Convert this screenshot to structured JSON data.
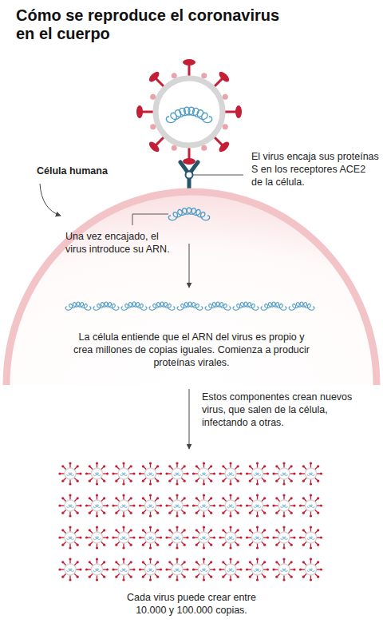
{
  "diagram": {
    "title": "Cómo se reproduce el coronavirus en el cuerpo",
    "caption": "Cada virus puede crear entre 10.000 y 100.000 copias.",
    "nodes": [
      {
        "text": [
          "Una vez encajado, el virus introduce su ARN.",
          "La célula entiende que el ARN del virus es propio y crea millones de copias iguales. Comienza a producir proteínas virales."
        ]
      }
    ],
    "labels": [
      "El virus encaja sus proteínas S en los receptores ACE2 de la célula.",
      "Célula humana",
      "Estos componentes crean nuevos virus, que salen de la célula, infectando a otras."
    ]
  }
}
